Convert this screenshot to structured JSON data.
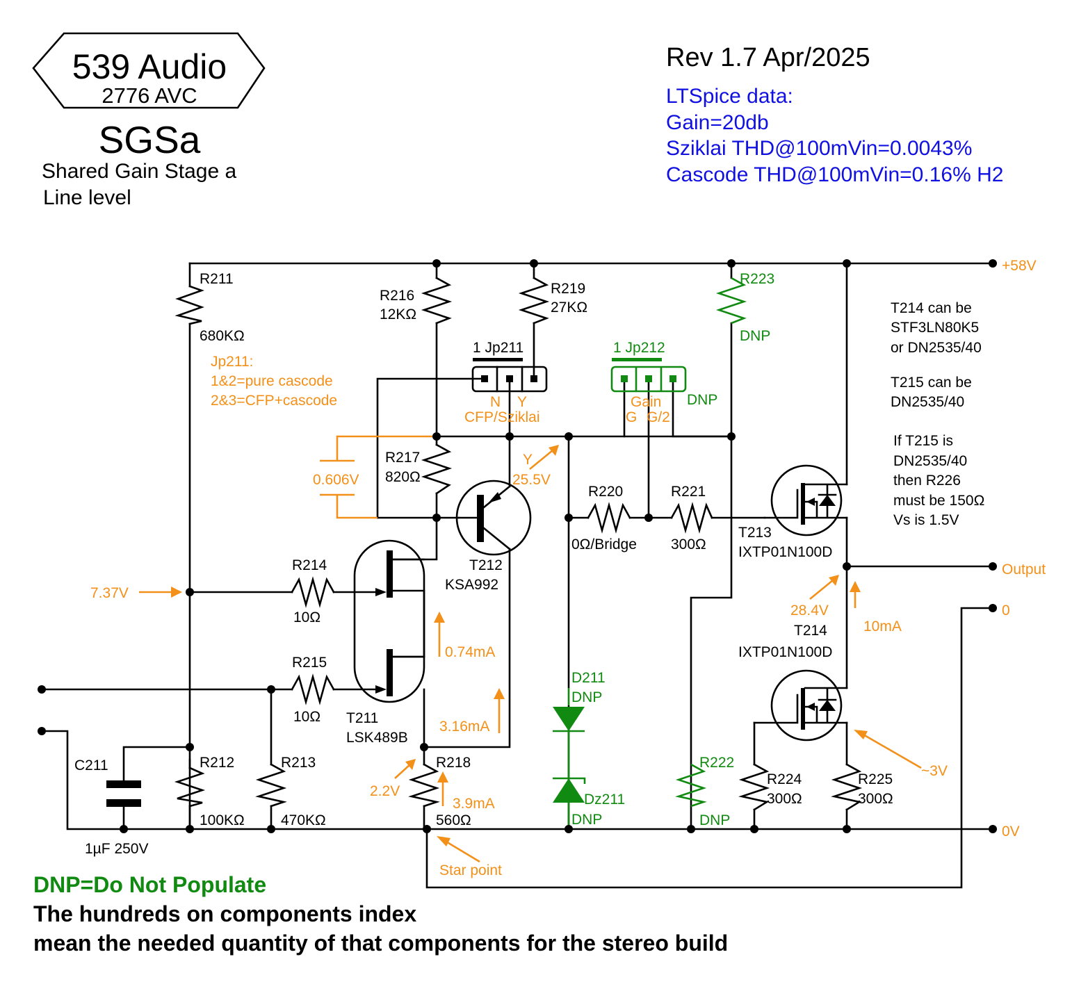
{
  "header": {
    "logo_brand": "539 Audio",
    "logo_model": "2776 AVC",
    "title": "SGSa",
    "subtitle_1": "Shared Gain Stage a",
    "subtitle_2": "Line level",
    "revision": "Rev 1.7 Apr/2025"
  },
  "ltspice": {
    "heading": "LTSpice data:",
    "gain": "Gain=20db",
    "sziklai_thd": "Sziklai THD@100mVin=0.0043%",
    "cascode_thd": "Cascode THD@100mVin=0.16% H2"
  },
  "notes": {
    "t214_1": "T214 can be",
    "t214_2": "STF3LN80K5",
    "t214_3": "or DN2535/40",
    "t215_1": "T215 can be",
    "t215_2": "DN2535/40",
    "if_1": "If T215 is",
    "if_2": "DN2535/40",
    "if_3": "then R226",
    "if_4": "must be 150Ω",
    "if_5": "Vs is 1.5V",
    "jp_1": "Jp211:",
    "jp_2": "1&2=pure cascode",
    "jp_3": "2&3=CFP+cascode"
  },
  "components": {
    "r211": "R211",
    "r211_val": "680KΩ",
    "r216": "R216",
    "r216_val": "12KΩ",
    "r219": "R219",
    "r219_val": "27KΩ",
    "r223": "R223",
    "r223_val": "DNP",
    "jp211": "1 Jp211",
    "jp211_n": "N",
    "jp211_y": "Y",
    "jp211_desc": "CFP/Sziklai",
    "jp212": "1 Jp212",
    "jp212_gain": "Gain",
    "jp212_g": "G",
    "jp212_g2": "G/2",
    "jp212_dnp": "DNP",
    "r217": "R217",
    "r217_val": "820Ω",
    "t212": "T212",
    "t212_part": "KSA992",
    "r220": "R220",
    "r220_val": "0Ω/Bridge",
    "r221": "R221",
    "r221_val": "300Ω",
    "t213": "T213",
    "t213_part": "IXTP01N100D",
    "r214": "R214",
    "r214_val": "10Ω",
    "r215": "R215",
    "r215_val": "10Ω",
    "t211": "T211",
    "t211_part": "LSK489B",
    "t214": "T214",
    "t214_part": "IXTP01N100D",
    "d211": "D211",
    "d211_val": "DNP",
    "dz211": "Dz211",
    "dz211_val": "DNP",
    "c211": "C211",
    "c211_val": "1µF 250V",
    "r212": "R212",
    "r212_val": "100KΩ",
    "r213": "R213",
    "r213_val": "470KΩ",
    "r218": "R218",
    "r218_val": "560Ω",
    "r222": "R222",
    "r222_val": "DNP",
    "r224": "R224",
    "r224_val": "300Ω",
    "r225": "R225",
    "r225_val": "300Ω"
  },
  "rails": {
    "vplus": "+58V",
    "output": "Output",
    "zero": "0",
    "zero_v": "0V"
  },
  "measurements": {
    "v_0606": "0.606V",
    "v_y": "Y",
    "v_255": "25.5V",
    "v_737": "7.37V",
    "i_074": "0.74mA",
    "i_316": "3.16mA",
    "v_22": "2.2V",
    "i_39": "3.9mA",
    "v_284": "28.4V",
    "i_10": "10mA",
    "v_3": "~3V",
    "star": "Star point"
  },
  "footer": {
    "dnp": "DNP=Do Not Populate",
    "line1": "The hundreds on components index",
    "line2": "mean the needed quantity of that components for the stereo build"
  },
  "colors": {
    "wire": "#000000",
    "annotation": "#F39019",
    "dnp": "#118A11",
    "ltspice": "#1010E0"
  }
}
